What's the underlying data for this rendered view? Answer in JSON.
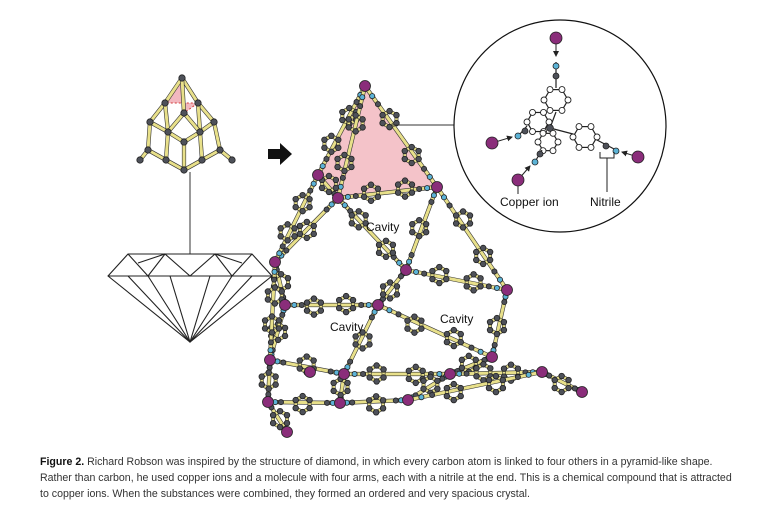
{
  "diagram": {
    "labels": {
      "cavity_top": "Cavity",
      "cavity_left": "Cavity",
      "cavity_right": "Cavity",
      "copper_ion": "Copper ion",
      "nitrile": "Nitrile"
    }
  },
  "caption": {
    "figure_label": "Figure 2.",
    "text": " Richard Robson was inspired by the structure of diamond, in which every carbon atom is linked to four others in a pyramid-like shape. Rather than carbon, he used copper ions and a molecule with four arms, each with a nitrile at the end. This is a chemical compound that is attracted to copper ions. When the substances were combined, they formed an ordered and very spacious crystal."
  },
  "colors": {
    "carbon": "#4e5159",
    "bond": "#e8e08a",
    "copper": "#8a2d7a",
    "nitrogen": "#5cb3d6",
    "pyramid": "#f2b8bf",
    "pyramid_edge": "#d23b3b"
  }
}
